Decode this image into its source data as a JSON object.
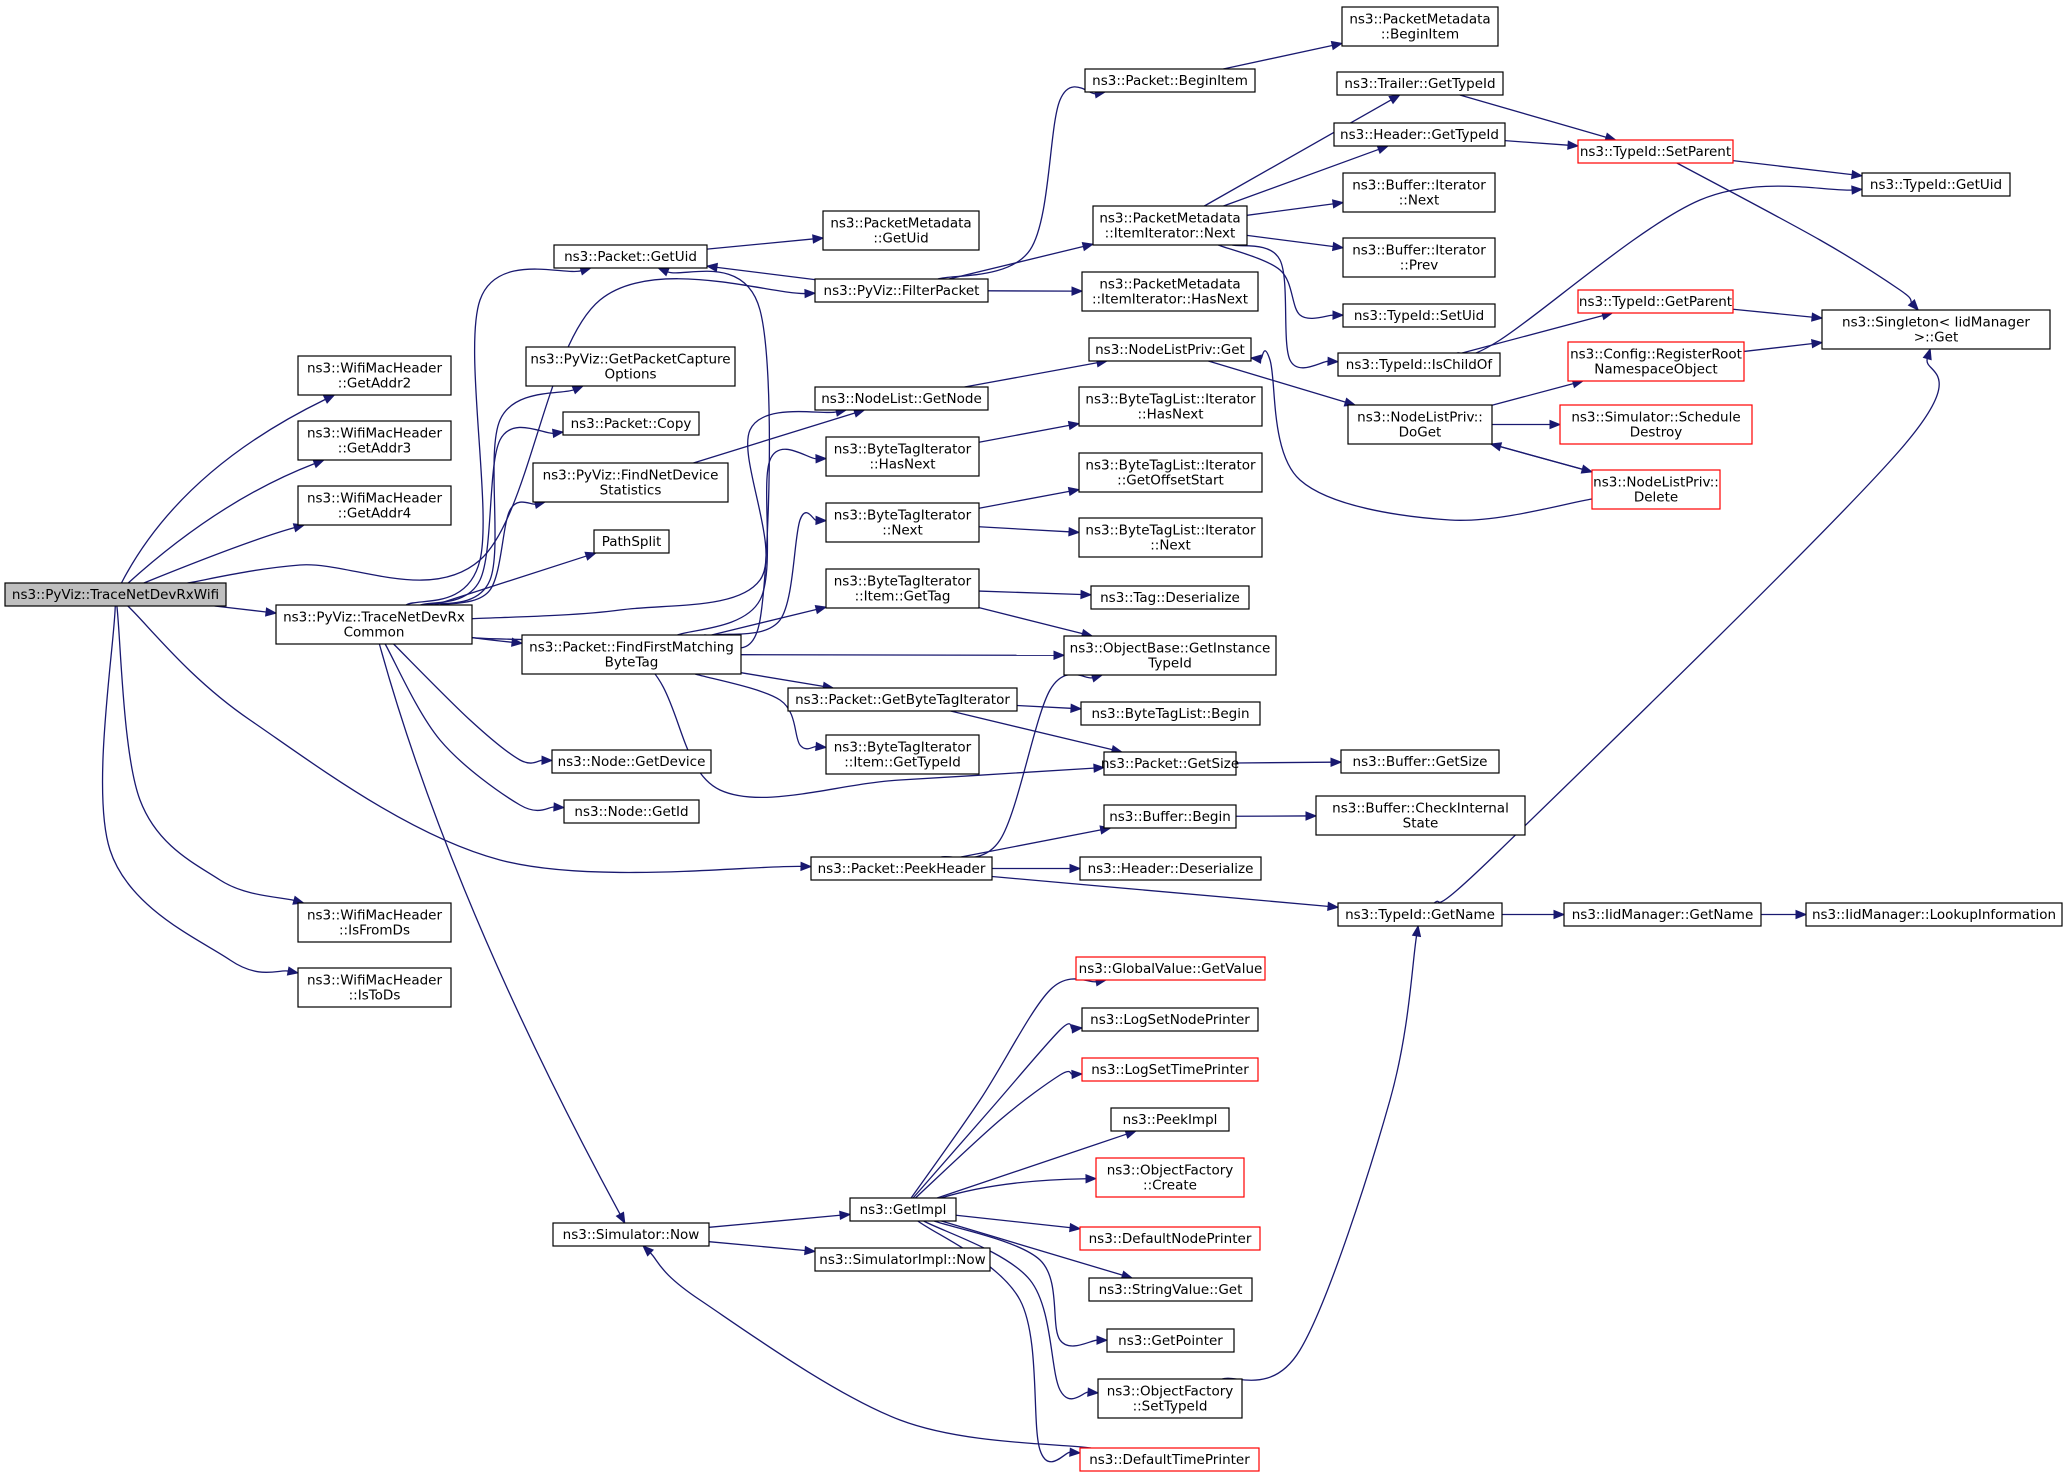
{
  "colors": {
    "edge": "#191970",
    "node_border": "#000000",
    "truncated_border": "#ff0000",
    "root_fill": "#bfbfbf",
    "node_fill": "#ffffff"
  },
  "nodes": [
    {
      "id": "n0",
      "lines": [
        "ns3::PyViz::TraceNetDevRxWifi"
      ],
      "style": "root"
    },
    {
      "id": "n1",
      "lines": [
        "ns3::WifiMacHeader",
        "::GetAddr2"
      ],
      "style": "normal"
    },
    {
      "id": "n2",
      "lines": [
        "ns3::WifiMacHeader",
        "::GetAddr3"
      ],
      "style": "normal"
    },
    {
      "id": "n3",
      "lines": [
        "ns3::WifiMacHeader",
        "::GetAddr4"
      ],
      "style": "normal"
    },
    {
      "id": "n4",
      "lines": [
        "ns3::PyViz::TraceNetDevRx",
        "Common"
      ],
      "style": "normal"
    },
    {
      "id": "n5",
      "lines": [
        "ns3::WifiMacHeader",
        "::IsFromDs"
      ],
      "style": "normal"
    },
    {
      "id": "n6",
      "lines": [
        "ns3::WifiMacHeader",
        "::IsToDs"
      ],
      "style": "normal"
    },
    {
      "id": "n7",
      "lines": [
        "ns3::Packet::GetUid"
      ],
      "style": "normal"
    },
    {
      "id": "n8",
      "lines": [
        "ns3::PyViz::GetPacketCapture",
        "Options"
      ],
      "style": "normal"
    },
    {
      "id": "n9",
      "lines": [
        "ns3::Packet::Copy"
      ],
      "style": "normal"
    },
    {
      "id": "n10",
      "lines": [
        "ns3::PyViz::FindNetDevice",
        "Statistics"
      ],
      "style": "normal"
    },
    {
      "id": "n11",
      "lines": [
        "PathSplit"
      ],
      "style": "normal"
    },
    {
      "id": "n12",
      "lines": [
        "ns3::Packet::FindFirstMatching",
        "ByteTag"
      ],
      "style": "normal"
    },
    {
      "id": "n13",
      "lines": [
        "ns3::Node::GetDevice"
      ],
      "style": "normal"
    },
    {
      "id": "n14",
      "lines": [
        "ns3::Node::GetId"
      ],
      "style": "normal"
    },
    {
      "id": "n15",
      "lines": [
        "ns3::Simulator::Now"
      ],
      "style": "normal"
    },
    {
      "id": "n16",
      "lines": [
        "ns3::PacketMetadata",
        "::GetUid"
      ],
      "style": "normal"
    },
    {
      "id": "n17",
      "lines": [
        "ns3::PyViz::FilterPacket"
      ],
      "style": "normal"
    },
    {
      "id": "n18",
      "lines": [
        "ns3::NodeList::GetNode"
      ],
      "style": "normal"
    },
    {
      "id": "n19",
      "lines": [
        "ns3::ByteTagIterator",
        "::HasNext"
      ],
      "style": "normal"
    },
    {
      "id": "n20",
      "lines": [
        "ns3::ByteTagIterator",
        "::Next"
      ],
      "style": "normal"
    },
    {
      "id": "n21",
      "lines": [
        "ns3::ByteTagIterator",
        "::Item::GetTag"
      ],
      "style": "normal"
    },
    {
      "id": "n22",
      "lines": [
        "ns3::Packet::GetByteTagIterator"
      ],
      "style": "normal"
    },
    {
      "id": "n23",
      "lines": [
        "ns3::ByteTagIterator",
        "::Item::GetTypeId"
      ],
      "style": "normal"
    },
    {
      "id": "n24",
      "lines": [
        "ns3::Packet::PeekHeader"
      ],
      "style": "normal"
    },
    {
      "id": "n25",
      "lines": [
        "ns3::GetImpl"
      ],
      "style": "normal"
    },
    {
      "id": "n26",
      "lines": [
        "ns3::SimulatorImpl::Now"
      ],
      "style": "normal"
    },
    {
      "id": "n27",
      "lines": [
        "ns3::Packet::BeginItem"
      ],
      "style": "normal"
    },
    {
      "id": "n28",
      "lines": [
        "ns3::PacketMetadata",
        "::ItemIterator::Next"
      ],
      "style": "normal"
    },
    {
      "id": "n29",
      "lines": [
        "ns3::PacketMetadata",
        "::ItemIterator::HasNext"
      ],
      "style": "normal"
    },
    {
      "id": "n30",
      "lines": [
        "ns3::NodeListPriv::Get"
      ],
      "style": "normal"
    },
    {
      "id": "n31",
      "lines": [
        "ns3::ByteTagList::Iterator",
        "::HasNext"
      ],
      "style": "normal"
    },
    {
      "id": "n32",
      "lines": [
        "ns3::ByteTagList::Iterator",
        "::GetOffsetStart"
      ],
      "style": "normal"
    },
    {
      "id": "n33",
      "lines": [
        "ns3::ByteTagList::Iterator",
        "::Next"
      ],
      "style": "normal"
    },
    {
      "id": "n34",
      "lines": [
        "ns3::Tag::Deserialize"
      ],
      "style": "normal"
    },
    {
      "id": "n35",
      "lines": [
        "ns3::ObjectBase::GetInstance",
        "TypeId"
      ],
      "style": "normal"
    },
    {
      "id": "n36",
      "lines": [
        "ns3::ByteTagList::Begin"
      ],
      "style": "normal"
    },
    {
      "id": "n37",
      "lines": [
        "ns3::Packet::GetSize"
      ],
      "style": "normal"
    },
    {
      "id": "n38",
      "lines": [
        "ns3::Buffer::Begin"
      ],
      "style": "normal"
    },
    {
      "id": "n39",
      "lines": [
        "ns3::Header::Deserialize"
      ],
      "style": "normal"
    },
    {
      "id": "n40",
      "lines": [
        "ns3::GlobalValue::GetValue"
      ],
      "style": "truncated"
    },
    {
      "id": "n41",
      "lines": [
        "ns3::LogSetNodePrinter"
      ],
      "style": "normal"
    },
    {
      "id": "n42",
      "lines": [
        "ns3::LogSetTimePrinter"
      ],
      "style": "truncated"
    },
    {
      "id": "n43",
      "lines": [
        "ns3::PeekImpl"
      ],
      "style": "normal"
    },
    {
      "id": "n44",
      "lines": [
        "ns3::ObjectFactory",
        "::Create"
      ],
      "style": "truncated"
    },
    {
      "id": "n45",
      "lines": [
        "ns3::DefaultNodePrinter"
      ],
      "style": "truncated"
    },
    {
      "id": "n46",
      "lines": [
        "ns3::StringValue::Get"
      ],
      "style": "normal"
    },
    {
      "id": "n47",
      "lines": [
        "ns3::GetPointer"
      ],
      "style": "normal"
    },
    {
      "id": "n48",
      "lines": [
        "ns3::ObjectFactory",
        "::SetTypeId"
      ],
      "style": "normal"
    },
    {
      "id": "n49",
      "lines": [
        "ns3::DefaultTimePrinter"
      ],
      "style": "truncated"
    },
    {
      "id": "n50",
      "lines": [
        "ns3::PacketMetadata",
        "::BeginItem"
      ],
      "style": "normal"
    },
    {
      "id": "n51",
      "lines": [
        "ns3::Trailer::GetTypeId"
      ],
      "style": "normal"
    },
    {
      "id": "n52",
      "lines": [
        "ns3::Header::GetTypeId"
      ],
      "style": "normal"
    },
    {
      "id": "n53",
      "lines": [
        "ns3::Buffer::Iterator",
        "::Next"
      ],
      "style": "normal"
    },
    {
      "id": "n54",
      "lines": [
        "ns3::Buffer::Iterator",
        "::Prev"
      ],
      "style": "normal"
    },
    {
      "id": "n55",
      "lines": [
        "ns3::TypeId::SetUid"
      ],
      "style": "normal"
    },
    {
      "id": "n56",
      "lines": [
        "ns3::TypeId::IsChildOf"
      ],
      "style": "normal"
    },
    {
      "id": "n57",
      "lines": [
        "ns3::NodeListPriv::",
        "DoGet"
      ],
      "style": "normal"
    },
    {
      "id": "n58",
      "lines": [
        "ns3::Buffer::GetSize"
      ],
      "style": "normal"
    },
    {
      "id": "n59",
      "lines": [
        "ns3::Buffer::CheckInternal",
        "State"
      ],
      "style": "normal"
    },
    {
      "id": "n60",
      "lines": [
        "ns3::TypeId::GetName"
      ],
      "style": "normal"
    },
    {
      "id": "n61",
      "lines": [
        "ns3::TypeId::SetParent"
      ],
      "style": "truncated"
    },
    {
      "id": "n62",
      "lines": [
        "ns3::TypeId::GetParent"
      ],
      "style": "truncated"
    },
    {
      "id": "n63",
      "lines": [
        "ns3::Config::RegisterRoot",
        "NamespaceObject"
      ],
      "style": "truncated"
    },
    {
      "id": "n64",
      "lines": [
        "ns3::Simulator::Schedule",
        "Destroy"
      ],
      "style": "truncated"
    },
    {
      "id": "n65",
      "lines": [
        "ns3::NodeListPriv::",
        "Delete"
      ],
      "style": "truncated"
    },
    {
      "id": "n66",
      "lines": [
        "ns3::IidManager::GetName"
      ],
      "style": "normal"
    },
    {
      "id": "n67",
      "lines": [
        "ns3::TypeId::GetUid"
      ],
      "style": "normal"
    },
    {
      "id": "n68",
      "lines": [
        "ns3::Singleton< IidManager",
        " >::Get"
      ],
      "style": "normal"
    },
    {
      "id": "n69",
      "lines": [
        "ns3::IidManager::LookupInformation"
      ],
      "style": "normal"
    }
  ],
  "edges": [
    [
      "n0",
      "n1"
    ],
    [
      "n0",
      "n2"
    ],
    [
      "n0",
      "n3"
    ],
    [
      "n0",
      "n17"
    ],
    [
      "n0",
      "n4"
    ],
    [
      "n0",
      "n5"
    ],
    [
      "n0",
      "n6"
    ],
    [
      "n0",
      "n24"
    ],
    [
      "n4",
      "n7"
    ],
    [
      "n4",
      "n8"
    ],
    [
      "n4",
      "n9"
    ],
    [
      "n4",
      "n10"
    ],
    [
      "n4",
      "n11"
    ],
    [
      "n4",
      "n12"
    ],
    [
      "n4",
      "n13"
    ],
    [
      "n4",
      "n14"
    ],
    [
      "n4",
      "n15"
    ],
    [
      "n4",
      "n18"
    ],
    [
      "n4",
      "n37"
    ],
    [
      "n7",
      "n16"
    ],
    [
      "n10",
      "n18"
    ],
    [
      "n17",
      "n7"
    ],
    [
      "n17",
      "n27"
    ],
    [
      "n17",
      "n28"
    ],
    [
      "n17",
      "n29"
    ],
    [
      "n18",
      "n30"
    ],
    [
      "n12",
      "n19"
    ],
    [
      "n12",
      "n20"
    ],
    [
      "n12",
      "n21"
    ],
    [
      "n12",
      "n22"
    ],
    [
      "n12",
      "n23"
    ],
    [
      "n12",
      "n35"
    ],
    [
      "n12",
      "n7"
    ],
    [
      "n19",
      "n31"
    ],
    [
      "n20",
      "n32"
    ],
    [
      "n20",
      "n33"
    ],
    [
      "n21",
      "n34"
    ],
    [
      "n21",
      "n35"
    ],
    [
      "n22",
      "n36"
    ],
    [
      "n22",
      "n37"
    ],
    [
      "n24",
      "n38"
    ],
    [
      "n24",
      "n39"
    ],
    [
      "n24",
      "n60"
    ],
    [
      "n24",
      "n35"
    ],
    [
      "n15",
      "n25"
    ],
    [
      "n15",
      "n26"
    ],
    [
      "n25",
      "n40"
    ],
    [
      "n25",
      "n41"
    ],
    [
      "n25",
      "n42"
    ],
    [
      "n25",
      "n43"
    ],
    [
      "n25",
      "n44"
    ],
    [
      "n25",
      "n45"
    ],
    [
      "n25",
      "n46"
    ],
    [
      "n25",
      "n47"
    ],
    [
      "n25",
      "n48"
    ],
    [
      "n25",
      "n49"
    ],
    [
      "n49",
      "n15"
    ],
    [
      "n27",
      "n50"
    ],
    [
      "n28",
      "n51"
    ],
    [
      "n28",
      "n52"
    ],
    [
      "n28",
      "n53"
    ],
    [
      "n28",
      "n54"
    ],
    [
      "n28",
      "n55"
    ],
    [
      "n28",
      "n56"
    ],
    [
      "n30",
      "n57"
    ],
    [
      "n57",
      "n63"
    ],
    [
      "n57",
      "n64"
    ],
    [
      "n57",
      "n65"
    ],
    [
      "n65",
      "n57"
    ],
    [
      "n65",
      "n30"
    ],
    [
      "n37",
      "n58"
    ],
    [
      "n38",
      "n59"
    ],
    [
      "n60",
      "n66"
    ],
    [
      "n60",
      "n68"
    ],
    [
      "n66",
      "n69"
    ],
    [
      "n48",
      "n60"
    ],
    [
      "n51",
      "n61"
    ],
    [
      "n52",
      "n61"
    ],
    [
      "n61",
      "n67"
    ],
    [
      "n61",
      "n68"
    ],
    [
      "n56",
      "n62"
    ],
    [
      "n56",
      "n67"
    ],
    [
      "n62",
      "n68"
    ],
    [
      "n63",
      "n68"
    ]
  ]
}
